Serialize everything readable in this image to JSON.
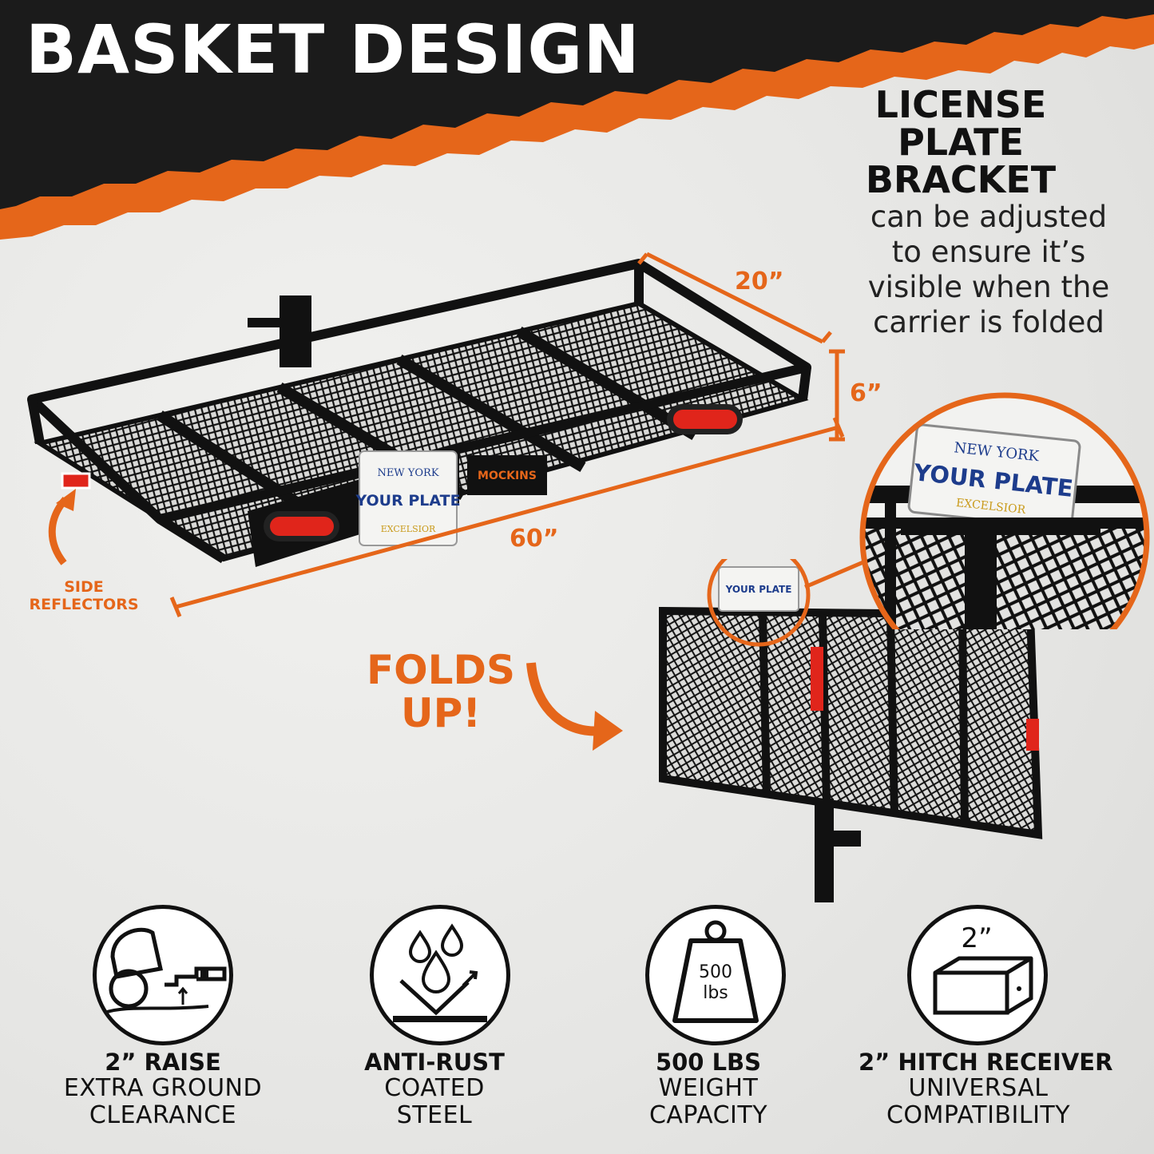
{
  "title": "BASKET DESIGN",
  "plate_bracket": {
    "heading_lines": [
      "LICENSE",
      "PLATE",
      "BRACKET"
    ],
    "description_lines": [
      "can be adjusted",
      "to ensure it’s",
      "visible when the",
      "carrier is folded"
    ]
  },
  "dimensions": {
    "width": "20”",
    "height": "6”",
    "length": "60”"
  },
  "side_reflectors_lines": [
    "SIDE",
    "REFLECTORS"
  ],
  "folds_lines": [
    "FOLDS",
    "UP!"
  ],
  "plate": {
    "state": "NEW YORK",
    "text": "YOUR PLATE",
    "slogan": "EXCELSIOR"
  },
  "brand": "MOCKINS",
  "features": [
    {
      "bold": "2” RAISE",
      "lines": [
        "EXTRA GROUND",
        "CLEARANCE"
      ],
      "icon": "raised-hitch-icon"
    },
    {
      "bold": "ANTI-RUST",
      "lines": [
        "COATED",
        "STEEL"
      ],
      "icon": "water-repel-icon"
    },
    {
      "bold": "500 LBS",
      "lines": [
        "WEIGHT",
        "CAPACITY"
      ],
      "icon": "weight-icon",
      "icon_label_lines": [
        "500",
        "lbs"
      ]
    },
    {
      "bold": "2” HITCH RECEIVER",
      "lines": [
        "UNIVERSAL",
        "COMPATIBILITY"
      ],
      "icon": "receiver-tube-icon",
      "icon_label": "2”"
    }
  ],
  "colors": {
    "accent": "#e5661a",
    "dark_band": "#1b1b1b",
    "background": "#e9e9e7",
    "taillight": "#e0251b"
  }
}
